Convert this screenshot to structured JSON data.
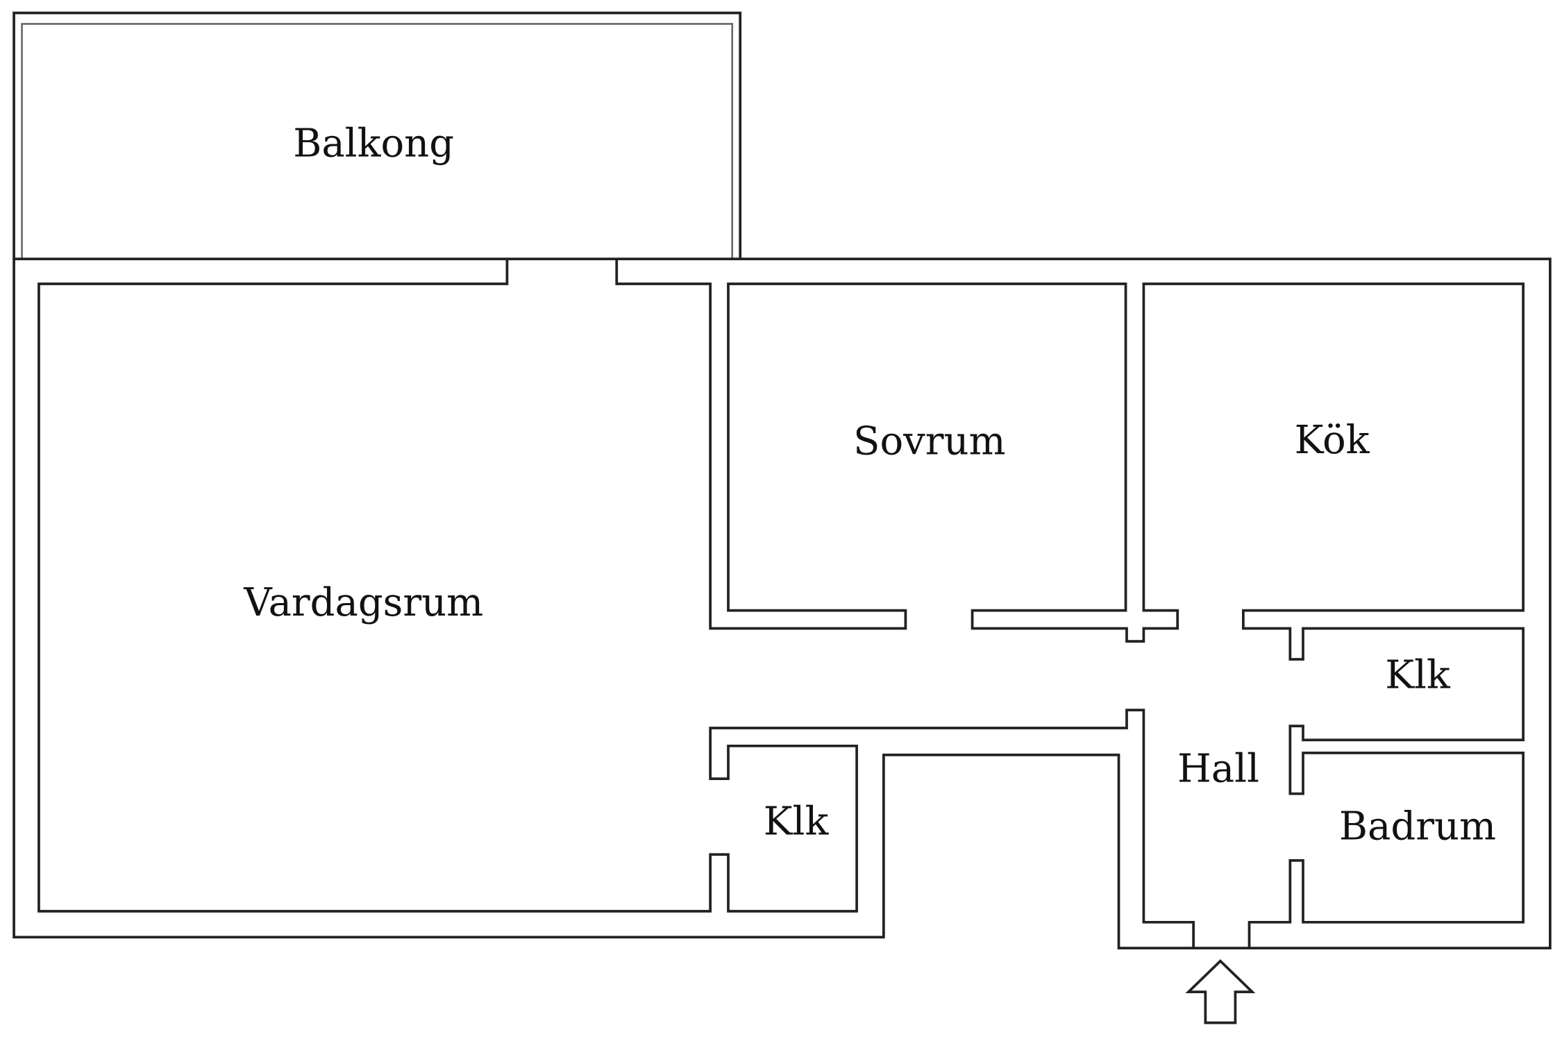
{
  "rooms": {
    "balcony": "Balkong",
    "living_room": "Vardagsrum",
    "bedroom": "Sovrum",
    "kitchen": "Kök",
    "closet_1": "Klk",
    "closet_2": "Klk",
    "hall": "Hall",
    "bathroom": "Badrum"
  },
  "icons": {
    "entrance": "entrance-arrow-icon"
  },
  "colors": {
    "wall": "#222222",
    "background": "#ffffff"
  }
}
